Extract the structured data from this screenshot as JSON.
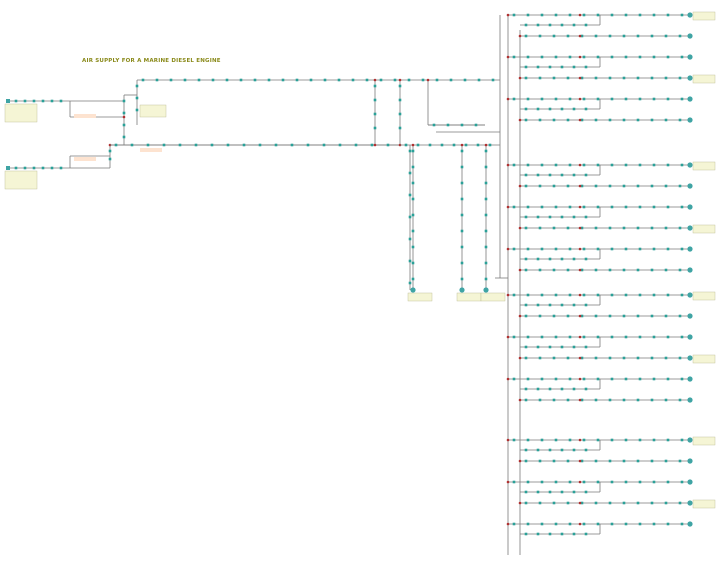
{
  "title": "AIR SUPPLY FOR A MARINE DIESEL ENGINE",
  "note": "Only the title is legible in the source image. All other labels (node names, property-table fields and values, source-box captions) are too small to read and are not transcribed.",
  "colors": {
    "pipe": "#7a7a7a",
    "node": "#2aa198",
    "junction": "#b03030",
    "table_bg": "#f5f5d5",
    "source_fill": "#3fa4a4",
    "source_caption": "#e07a3a",
    "title": "#8a8a1a"
  },
  "sources": [
    {
      "id": "inlet-1",
      "caption": "",
      "table": []
    },
    {
      "id": "inlet-2",
      "caption": "",
      "table": []
    }
  ],
  "legible_labels": {
    "node_labels": "unknown",
    "sink_tables": "unknown",
    "source_tables": "unknown",
    "orange_captions": "unknown"
  }
}
